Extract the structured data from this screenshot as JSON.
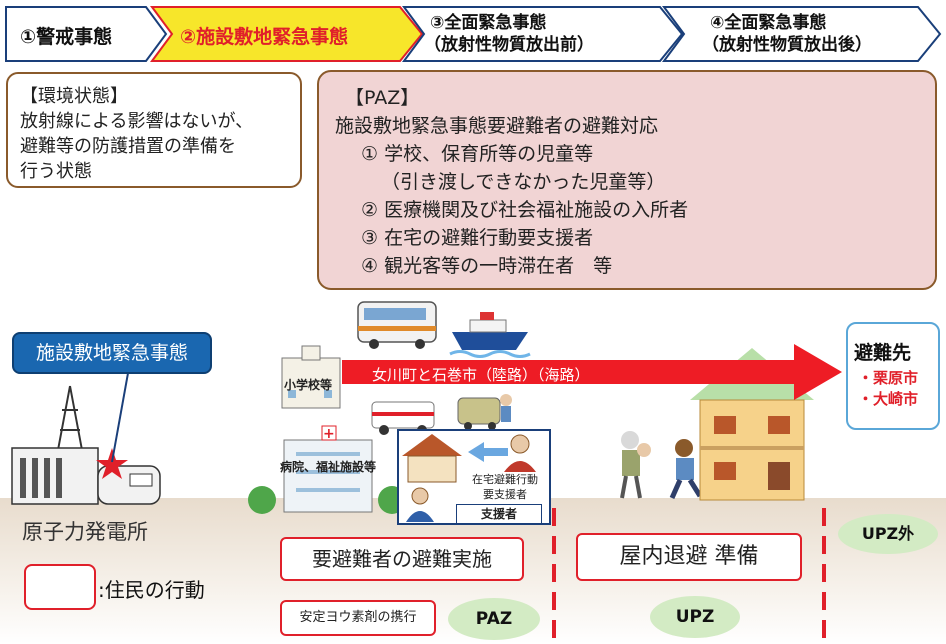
{
  "stages": [
    {
      "label": "①警戒事態",
      "lines": [
        "①警戒事態"
      ],
      "active": false
    },
    {
      "label": "②施設敷地緊急事態",
      "lines": [
        "②施設敷地緊急事態"
      ],
      "active": true
    },
    {
      "label": "③全面緊急事態（放射性物質放出前）",
      "lines": [
        "③全面緊急事態",
        "（放射性物質放出前）"
      ],
      "active": false
    },
    {
      "label": "④全面緊急事態（放射性物質放出後）",
      "lines": [
        "④全面緊急事態",
        "（放射性物質放出後）"
      ],
      "active": false
    }
  ],
  "environment": {
    "title": "【環境状態】",
    "lines": [
      "放射線による影響はないが、",
      "避難等の防護措置の準備を",
      "行う状態"
    ]
  },
  "paz_box": {
    "title": "【PAZ】",
    "heading": "施設敷地緊急事態要避難者の避難対応",
    "items": [
      "① 学校、保育所等の児童等",
      "（引き渡しできなかった児童等）",
      "② 医療機関及び社会福祉施設の入所者",
      "③ 在宅の避難行動要支援者",
      "④ 観光客等の一時滞在者　等"
    ]
  },
  "scene": {
    "callout": "施設敷地緊急事態",
    "route_label": "女川町と石巻市（陸路）（海路）",
    "school_label": "小学校等",
    "hospital_label": "病院、福祉施設等",
    "home_support_label": [
      "在宅避難行動",
      "要支援者"
    ],
    "supporter_label": "支援者",
    "plant_label": "原子力発電所",
    "destination": {
      "title": "避難先",
      "cities": [
        "・栗原市",
        "・大崎市"
      ]
    }
  },
  "actions": {
    "evacuation": "要避難者の避難実施",
    "shelter": "屋内退避 準備",
    "iodine": "安定ヨウ素剤の携行"
  },
  "zones": {
    "paz": "PAZ",
    "upz": "UPZ",
    "upz_outside": "UPZ外"
  },
  "legend": {
    "text": ":住民の行動"
  },
  "colors": {
    "accent_red": "#e0202a",
    "active_stage_fill": "#f7e62a",
    "ground": "#ebe0d3",
    "zone_oval": "#d3ebc4",
    "paz_fill": "#f1d4d4",
    "brown_border": "#8a5a2b",
    "callout_blue": "#1a67b0"
  }
}
